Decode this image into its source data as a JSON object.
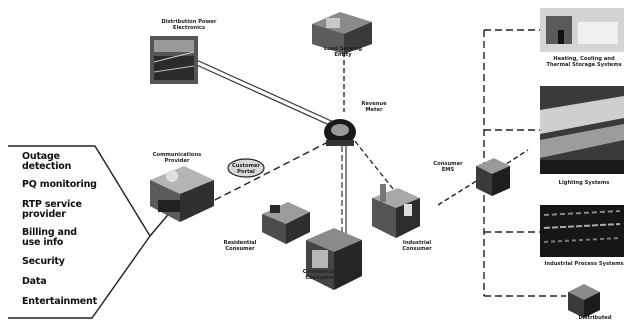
{
  "services": [
    {
      "label": "Outage detection"
    },
    {
      "label": "PQ monitoring"
    },
    {
      "label": "RTP service provider"
    },
    {
      "label": "Billing and use info"
    },
    {
      "label": "Security"
    },
    {
      "label": "Data"
    },
    {
      "label": "Entertainment"
    }
  ],
  "nodes": {
    "distribution": "Distribution Power Electronics",
    "load_serving": "Load Serving Entity",
    "revenue_meter": "Revenue Meter",
    "comm_provider": "Communications Provider",
    "customer_portal": "Customer Portal",
    "residential": "Residential Consumer",
    "commercial": "Commercial Consumer",
    "industrial": "Industrial Consumer",
    "consumer_ems": "Consumer EMS"
  },
  "systems": {
    "heating": "Heating, Cooling and Thermal Storage Systems",
    "lighting": "Lighting Systems",
    "process": "Industrial Process Systems",
    "distributed": "Distributed"
  }
}
